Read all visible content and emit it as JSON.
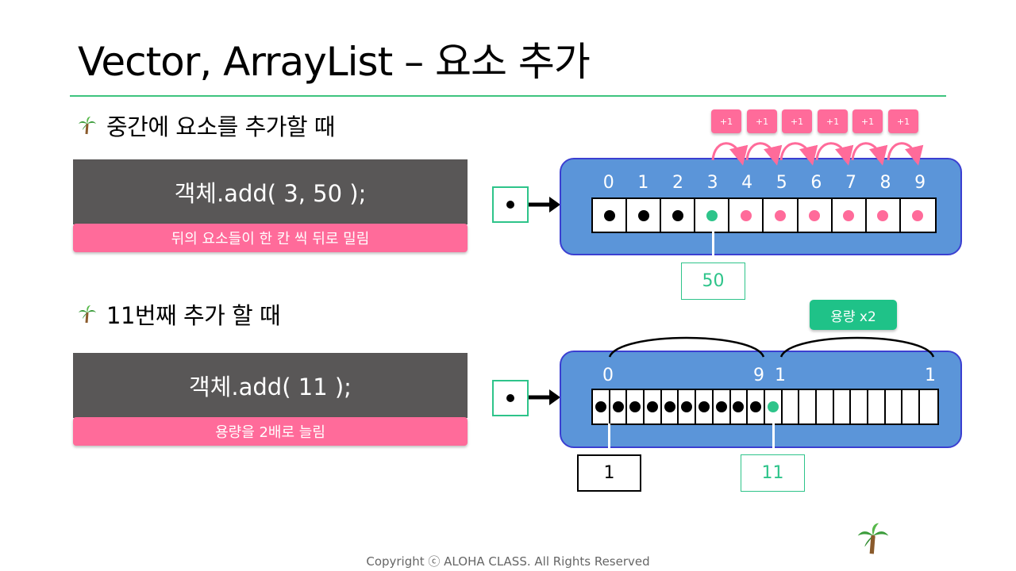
{
  "title": "Vector, ArrayList – 요소 추가",
  "section1": {
    "heading": "중간에 요소를 추가할 때",
    "code": "객체.add( 3, 50 );",
    "note": "뒤의 요소들이 한 칸 씩 뒤로 밀림",
    "shift_badges": [
      "+1",
      "+1",
      "+1",
      "+1",
      "+1",
      "+1"
    ],
    "indices": [
      "0",
      "1",
      "2",
      "3",
      "4",
      "5",
      "6",
      "7",
      "8",
      "9"
    ],
    "cells": [
      "black",
      "black",
      "black",
      "green",
      "pink",
      "pink",
      "pink",
      "pink",
      "pink",
      "pink"
    ],
    "inserted_value": "50"
  },
  "section2": {
    "heading": "11번째 추가 할 때",
    "code": "객체.add( 11 );",
    "note": "용량을 2배로 늘림",
    "capacity_badge": "용량 x2",
    "index_labels": [
      "0",
      "9",
      "1",
      "1"
    ],
    "filled_black": 10,
    "filled_green": 1,
    "total_cells": 20,
    "first_value": "1",
    "new_value": "11"
  },
  "colors": {
    "accent_green": "#2ec48a",
    "pink": "#ff6b9a",
    "panel_blue": "#5b95d9",
    "code_bg": "#595757"
  },
  "icons": {
    "section_bullet": "palm-tree-icon",
    "logo": "palm-tree-icon"
  },
  "copyright": "Copyright ⓒ ALOHA CLASS. All Rights Reserved"
}
